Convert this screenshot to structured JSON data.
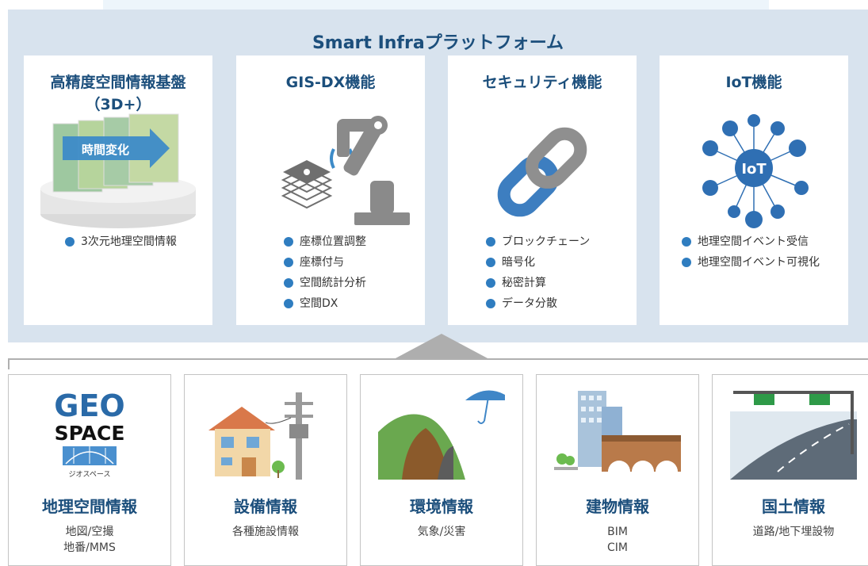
{
  "platform": {
    "title": "Smart Infraプラットフォーム"
  },
  "functions": [
    {
      "title_line1": "高精度空間情報基盤",
      "title_line2": "（3D+）",
      "illustration_label": "時間変化",
      "icon": "time-change-3d-map-icon",
      "bullets": [
        "3次元地理空間情報"
      ]
    },
    {
      "title_line1": "GIS-DX機能",
      "icon": "robot-arm-layers-icon",
      "bullets": [
        "座標位置調整",
        "座標付与",
        "空間統計分析",
        "空間DX"
      ]
    },
    {
      "title_line1": "セキュリティ機能",
      "icon": "chain-link-icon",
      "bullets": [
        "ブロックチェーン",
        "暗号化",
        "秘密計算",
        "データ分散"
      ]
    },
    {
      "title_line1": "IoT機能",
      "illustration_label": "IoT",
      "icon": "iot-network-icon",
      "bullets": [
        "地理空間イベント受信",
        "地理空間イベント可視化"
      ]
    }
  ],
  "sources": [
    {
      "title": "地理空間情報",
      "sub_lines": [
        "地図/空撮",
        "地番/MMS"
      ],
      "logo_top": "GEO",
      "logo_mid": "SPACE",
      "logo_sub": "ジオスペース",
      "icon": "geospace-logo"
    },
    {
      "title": "設備情報",
      "sub_lines": [
        "各種施設情報"
      ],
      "icon": "house-utility-pole-icon"
    },
    {
      "title": "環境情報",
      "sub_lines": [
        "気象/災害"
      ],
      "icon": "landslide-umbrella-icon"
    },
    {
      "title": "建物情報",
      "sub_lines": [
        "BIM",
        "CIM"
      ],
      "icon": "building-bridge-icon"
    },
    {
      "title": "国土情報",
      "sub_lines": [
        "道路/地下埋設物"
      ],
      "icon": "highway-icon"
    }
  ],
  "colors": {
    "accent": "#1c4f7c",
    "bullet": "#2f7dc0",
    "platform_bg": "#d8e3ee",
    "arrow": "#aeaeae"
  }
}
